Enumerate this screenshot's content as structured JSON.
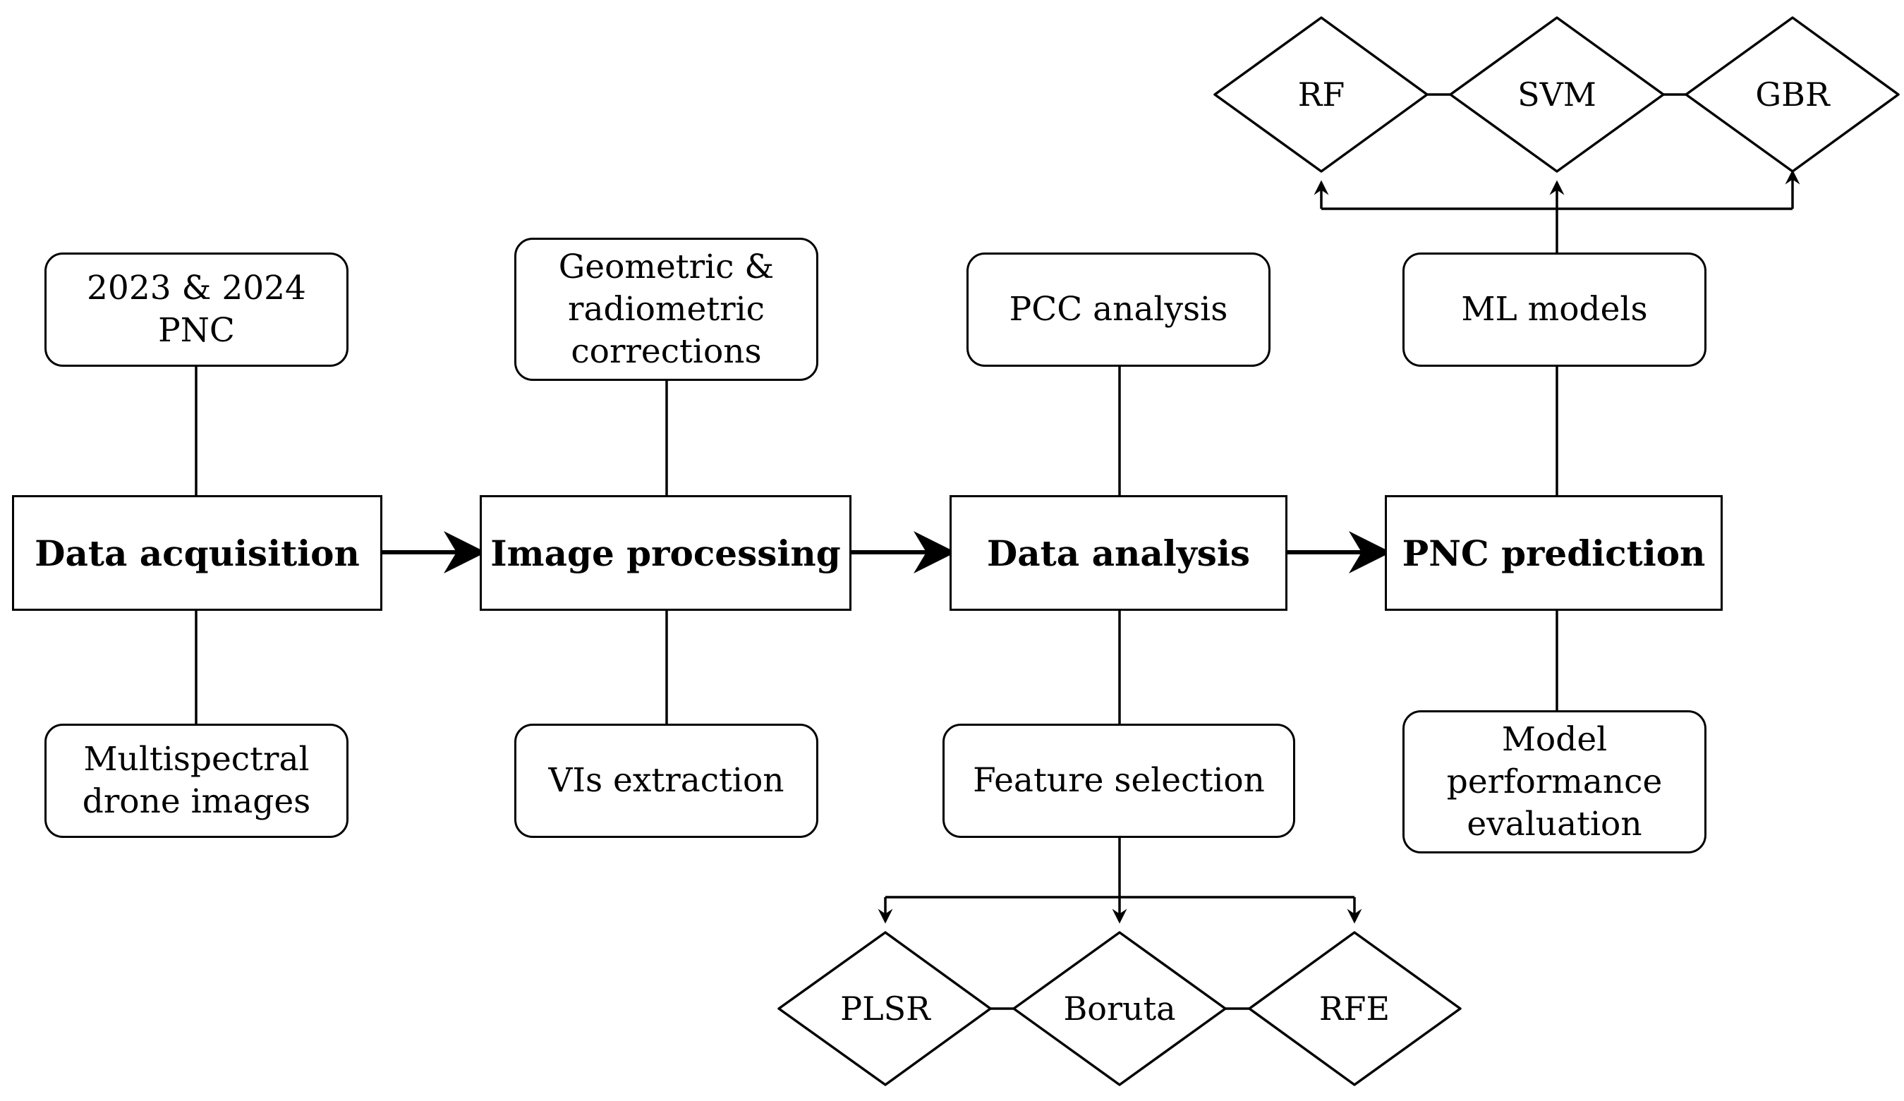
{
  "main_steps": [
    {
      "label": "Data acquisition"
    },
    {
      "label": "Image processing"
    },
    {
      "label": "Data analysis"
    },
    {
      "label": "PNC prediction"
    }
  ],
  "inputs": {
    "data_acquisition": "2023 & 2024\nPNC",
    "image_processing": "Geometric &\nradiometric\ncorrections",
    "data_analysis": "PCC analysis",
    "pnc_prediction": "ML models"
  },
  "outputs": {
    "data_acquisition": "Multispectral\ndrone images",
    "image_processing": "VIs extraction",
    "data_analysis": "Feature selection",
    "pnc_prediction": "Model\nperformance\nevaluation"
  },
  "ml_models": [
    "RF",
    "SVM",
    "GBR"
  ],
  "feature_selection_methods": [
    "PLSR",
    "Boruta",
    "RFE"
  ]
}
